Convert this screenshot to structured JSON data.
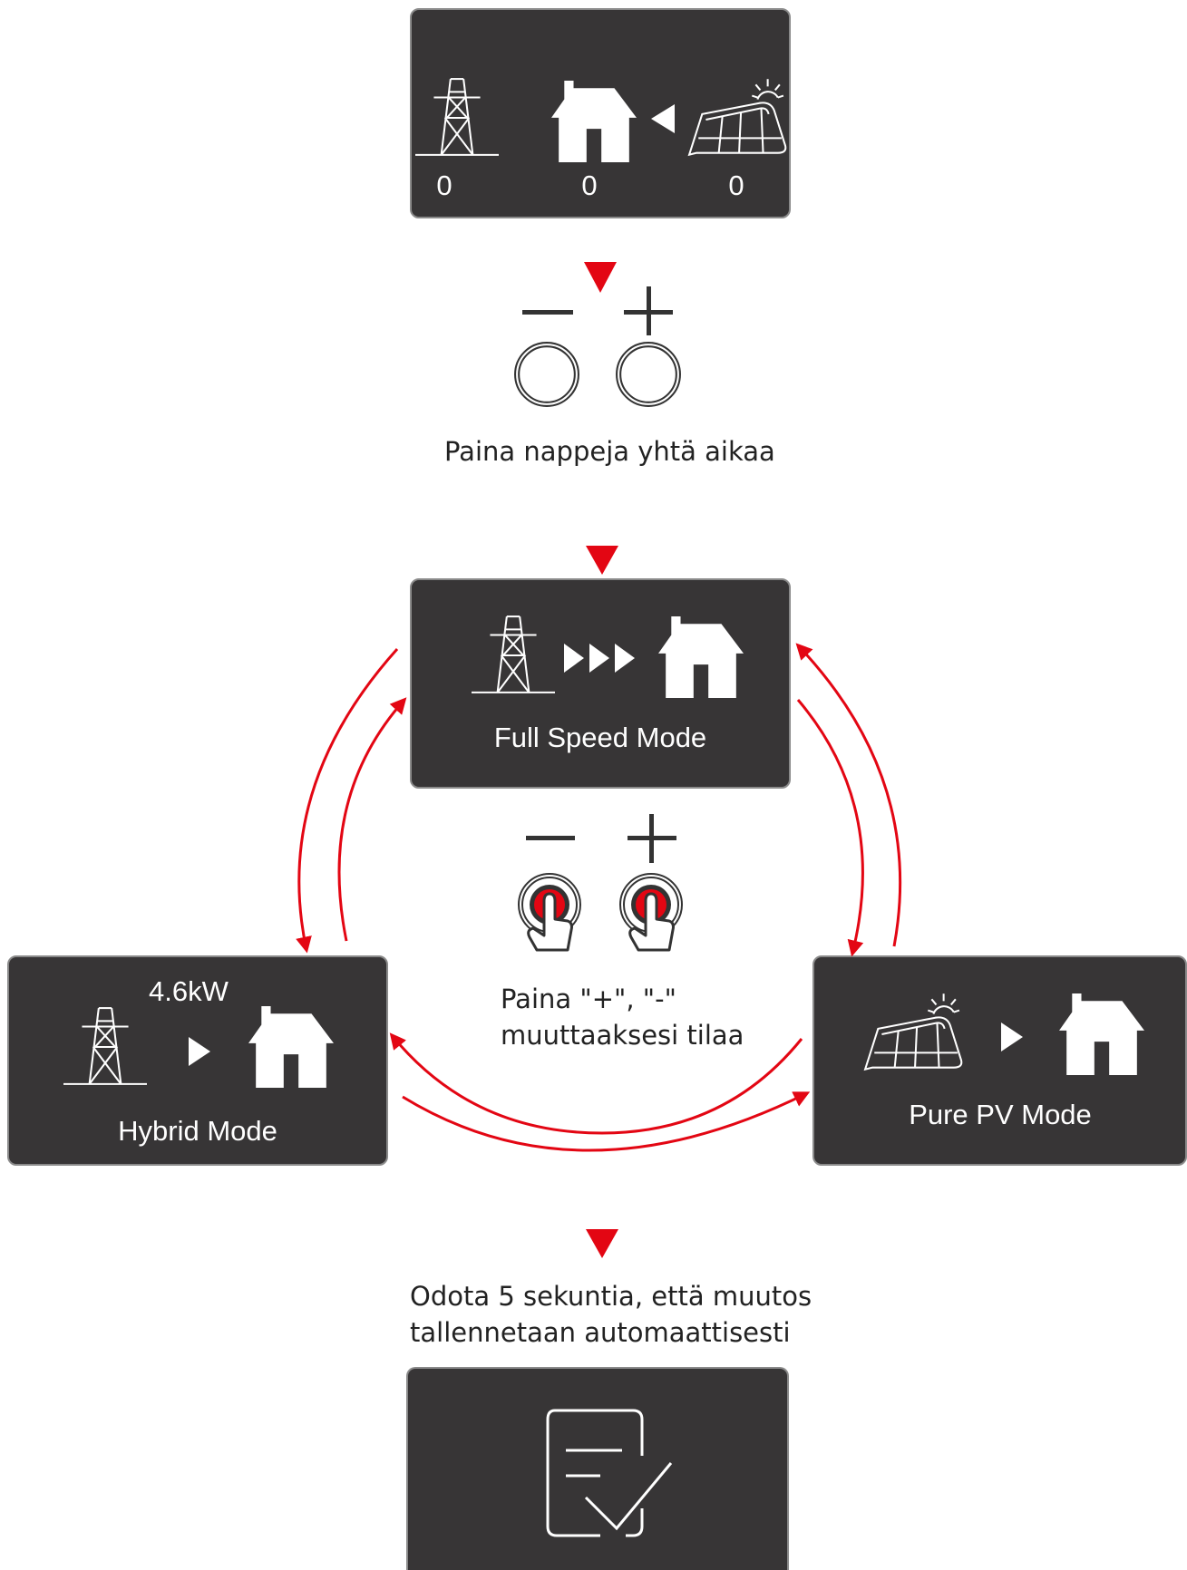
{
  "status_panel": {
    "grid_value": "0",
    "home_value": "0",
    "pv_value": "0"
  },
  "step1": {
    "minus_label": "−",
    "plus_label": "+",
    "caption": "Paina nappeja yhtä aikaa"
  },
  "modes": {
    "full_speed": "Full Speed Mode",
    "hybrid": "Hybrid Mode",
    "hybrid_power": "4.6kW",
    "pure_pv": "Pure PV Mode"
  },
  "step2": {
    "caption_line1": "Paina  \"+\", \"-\"",
    "caption_line2": "muuttaaksesi tilaa"
  },
  "step3": {
    "caption_line1": "Odota 5 sekuntia, että muutos",
    "caption_line2": "tallennetaan automaattisesti"
  },
  "colors": {
    "accent": "#e30613",
    "panel": "#373536",
    "text_dark": "#222222"
  },
  "icons": [
    "grid-tower-icon",
    "house-icon",
    "solar-panel-icon",
    "flow-arrow-icon",
    "button-icon",
    "finger-press-icon",
    "document-check-icon"
  ]
}
